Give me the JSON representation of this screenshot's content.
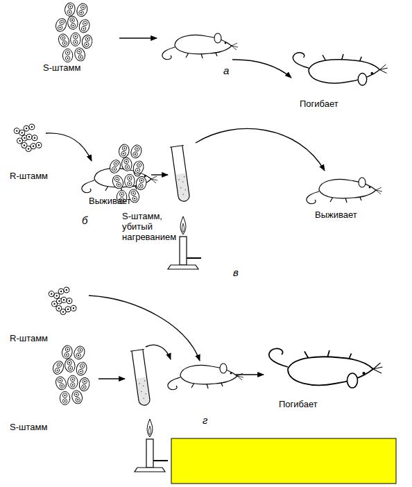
{
  "diagram": {
    "labels": [
      "S-штамм",
      "а",
      "Погибает",
      "R-штамм",
      "Выживает",
      "б",
      "S-штамм, убитый нагреванием",
      "Выживает",
      "в",
      "R-штамм",
      "S-штамм",
      "г",
      "Погибает"
    ]
  }
}
